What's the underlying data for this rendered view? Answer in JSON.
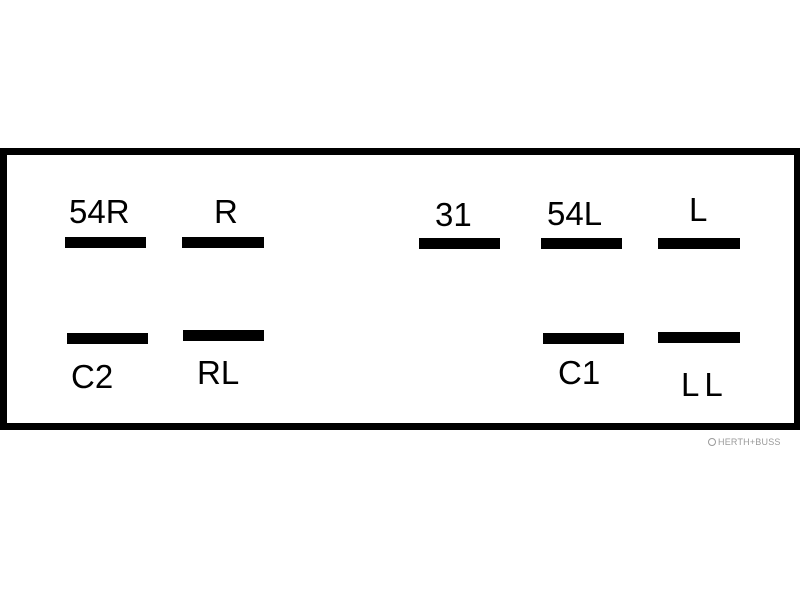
{
  "diagram": {
    "pins": {
      "p54r": "54R",
      "r": "R",
      "p31": "31",
      "p54l": "54L",
      "l": "L",
      "c2": "C2",
      "rl": "RL",
      "c1": "C1",
      "ll": "LL"
    }
  },
  "watermark": {
    "text": "HERTH+BUSS"
  },
  "colors": {
    "ink": "#000000",
    "background": "#ffffff",
    "watermark": "#9a9a9a"
  }
}
